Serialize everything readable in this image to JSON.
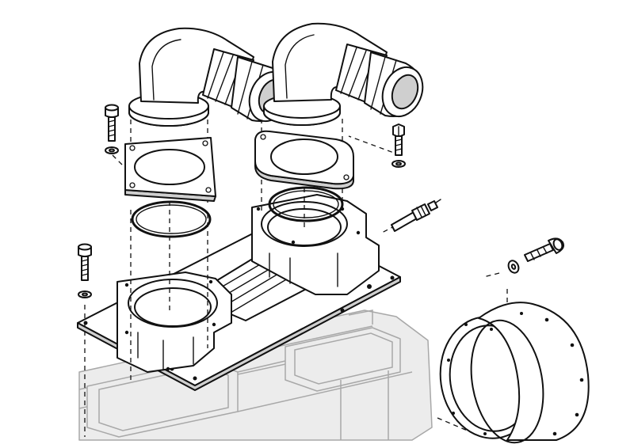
{
  "colors": {
    "background": "#ffffff",
    "ink": "#111111",
    "shade": "#cfcfcf",
    "ghost": "#a8a8a8",
    "ghost_fill": "#ececec"
  },
  "parts": [
    "intake-elbow-left",
    "intake-elbow-right",
    "square-flange-plate",
    "oval-flange-plate",
    "o-ring-left",
    "o-ring-right",
    "socket-head-bolt-left-top",
    "socket-head-bolt-left-bottom",
    "hex-bolt-right",
    "socket-head-bolt-housing",
    "washer",
    "temperature-sensor",
    "dual-throttle-adapter-base",
    "ring-gasket",
    "cylindrical-housing",
    "engine-block-ghost"
  ]
}
